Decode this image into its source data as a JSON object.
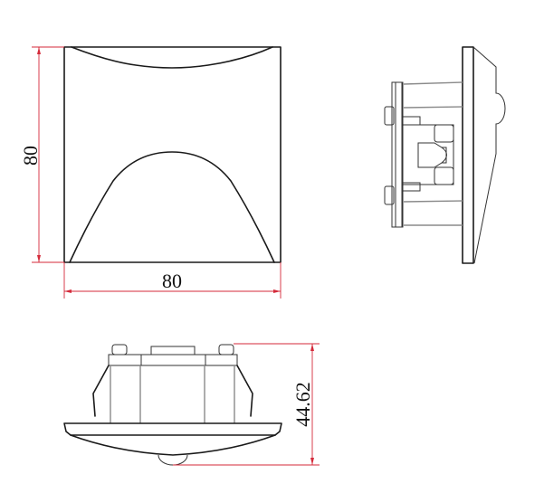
{
  "drawing": {
    "type": "technical-drawing",
    "views": [
      {
        "name": "front-view",
        "description": "square housing with concave top edge and arched window"
      },
      {
        "name": "side-view",
        "description": "profile with mounting clips, flange plate and lens bump"
      },
      {
        "name": "bottom-view",
        "description": "housing body with spring clips, flange and dome lens"
      }
    ],
    "dimensions": {
      "front_height": "80",
      "front_width": "80",
      "bottom_height": "44.62"
    },
    "colors": {
      "object_line": "#1a1a1a",
      "dimension_line": "#d42a3a",
      "background": "#ffffff"
    }
  }
}
